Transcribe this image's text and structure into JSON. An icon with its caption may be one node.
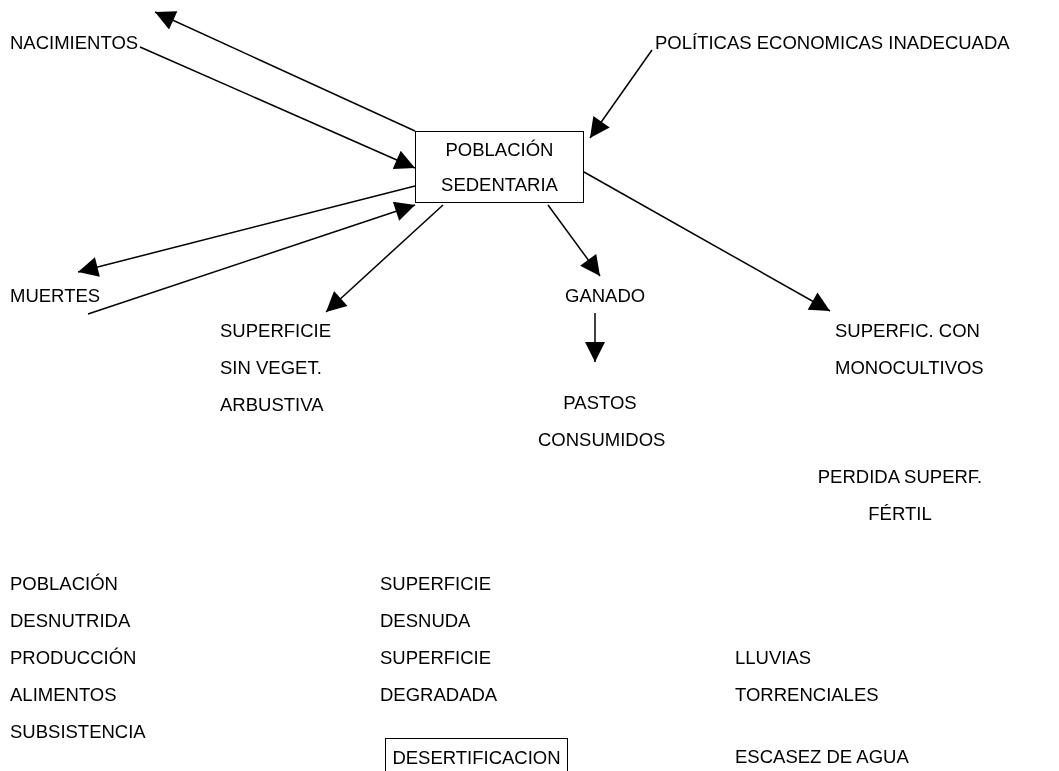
{
  "diagram": {
    "nodes": [
      {
        "text": [
          "NACIMIENTOS"
        ]
      },
      {
        "text": [
          "POLÍTICAS ECONOMICAS INADECUADA"
        ]
      },
      {
        "text": [
          "POBLACIÓN SEDENTARIA"
        ]
      },
      {
        "text": [
          "MUERTES"
        ]
      },
      {
        "text": [
          "SUPERFICIE SIN VEGET. ARBUSTIVA"
        ]
      },
      {
        "text": [
          "GANADO"
        ]
      },
      {
        "text": [
          "PASTOS CONSUMIDOS"
        ]
      },
      {
        "text": [
          "SUPERFIC. CON MONOCULTIVOS"
        ]
      },
      {
        "text": [
          "DESERTIFICACION"
        ]
      }
    ],
    "edges": [
      {
        "from": 2,
        "to": 0,
        "arrow": "to"
      },
      {
        "from": 0,
        "to": 2,
        "arrow": "to"
      },
      {
        "from": 1,
        "to": 2,
        "arrow": "to"
      },
      {
        "from": 2,
        "to": 3,
        "arrow": "to"
      },
      {
        "from": 3,
        "to": 2,
        "arrow": "to"
      },
      {
        "from": 2,
        "to": 4,
        "arrow": "to"
      },
      {
        "from": 2,
        "to": 5,
        "arrow": "to"
      },
      {
        "from": 2,
        "to": 7,
        "arrow": "to"
      },
      {
        "from": 5,
        "to": 6,
        "arrow": "to"
      }
    ],
    "labels": [
      "PERDIDA SUPERF. FÉRTIL",
      "POBLACIÓN DESNUTRIDA",
      "SUPERFICIE DESNUDA",
      "PRODUCCIÓN ALIMENTOS SUBSISTENCIA",
      "SUPERFICIE DEGRADADA",
      "LLUVIAS TORRENCIALES",
      "ESCASEZ DE AGUA"
    ]
  }
}
